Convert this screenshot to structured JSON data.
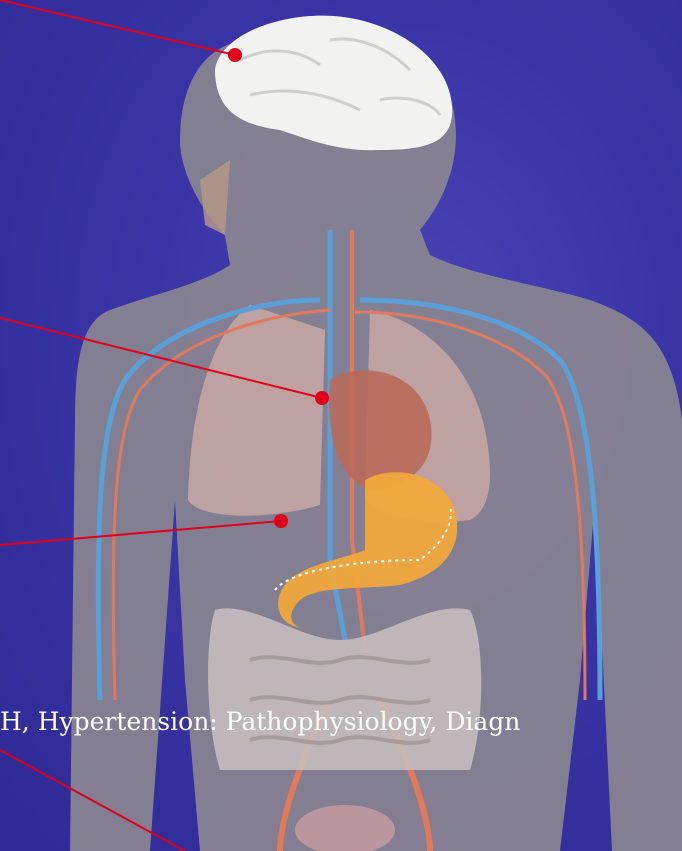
{
  "caption": "H, Hypertension: Pathophysiology, Diagn",
  "colors": {
    "background": "#3a34a6",
    "pointer": "#e0001b",
    "body": "#8a8690",
    "vein": "#5aa0d8",
    "artery": "#e07a5a",
    "brain": "#f2f2f0",
    "stomach": "#f0a83c"
  },
  "pointers": [
    {
      "id": "brain"
    },
    {
      "id": "heart"
    },
    {
      "id": "liver"
    },
    {
      "id": "kidney"
    }
  ]
}
